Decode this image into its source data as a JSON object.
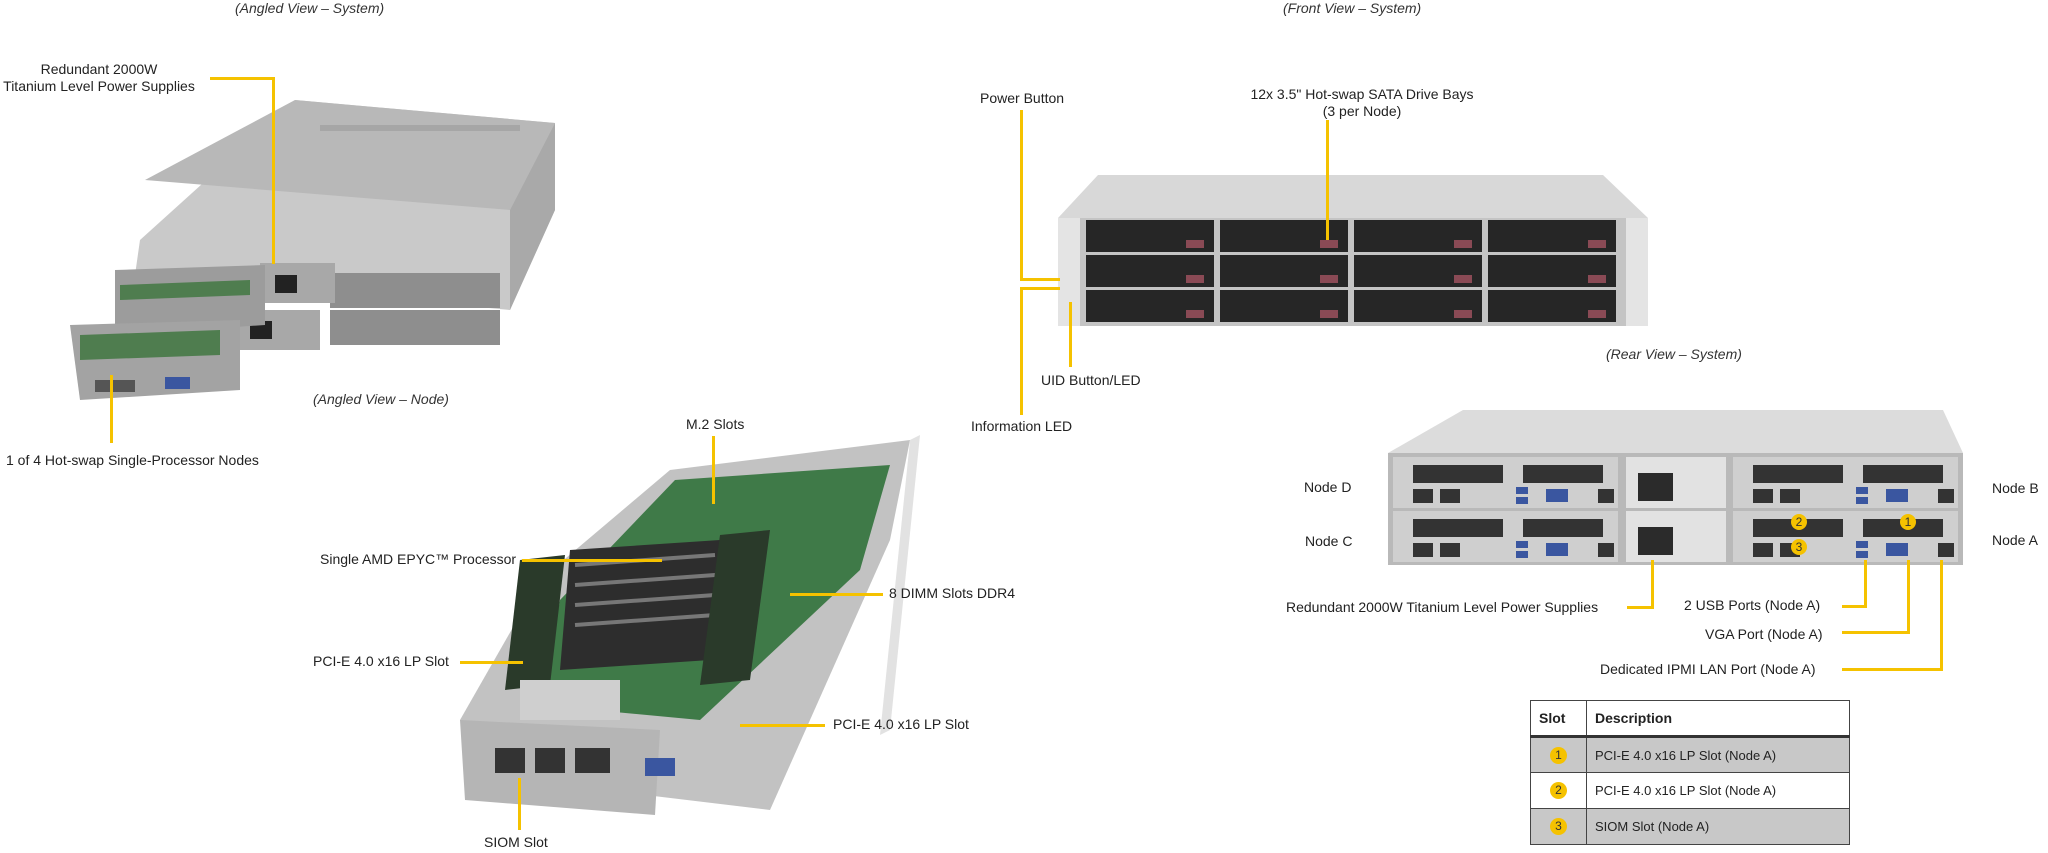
{
  "captions": {
    "angled_system": "(Angled View – System)",
    "angled_node": "(Angled View – Node)",
    "front_system": "(Front View – System)",
    "rear_system": "(Rear View – System)"
  },
  "angled_system_callouts": {
    "power_supplies_line1": "Redundant  2000W",
    "power_supplies_line2": "Titanium  Level  Power Supplies",
    "nodes": "1 of 4 Hot-swap  Single-Processor Nodes"
  },
  "node_callouts": {
    "m2": "M.2 Slots",
    "processor": "Single AMD EPYC™ Processor",
    "dimm": "8 DIMM Slots DDR4",
    "pcie_left": "PCI-E 4.0 x16 LP Slot",
    "pcie_right": "PCI-E 4.0 x16 LP Slot",
    "siom": "SIOM Slot"
  },
  "front_callouts": {
    "power_button": "Power Button",
    "drive_bays_line1": "12x 3.5\" Hot-swap  SATA Drive Bays",
    "drive_bays_line2": "(3 per Node)",
    "uid": "UID  Button/LED",
    "info_led": "Information  LED"
  },
  "rear_callouts": {
    "node_d": "Node D",
    "node_c": "Node C",
    "node_b": "Node B",
    "node_a": "Node A",
    "power_supplies": "Redundant  2000W Titanium  Level  Power Supplies",
    "usb": "2 USB Ports (Node A)",
    "vga": "VGA Port (Node A)",
    "ipmi": "Dedicated IPMI  LAN Port (Node A)",
    "badges": [
      "1",
      "2",
      "3"
    ]
  },
  "slot_table": {
    "headers": [
      "Slot",
      "Description"
    ],
    "rows": [
      {
        "slot": "1",
        "description": "PCI-E  4.0 x16  LP Slot (Node A)"
      },
      {
        "slot": "2",
        "description": "PCI-E  4.0 x16  LP Slot (Node A)"
      },
      {
        "slot": "3",
        "description": "SIOM Slot (Node A)"
      }
    ]
  },
  "colors": {
    "callout_line": "#f5c200",
    "badge": "#f5c200",
    "table_shade": "#c8c8c8"
  }
}
